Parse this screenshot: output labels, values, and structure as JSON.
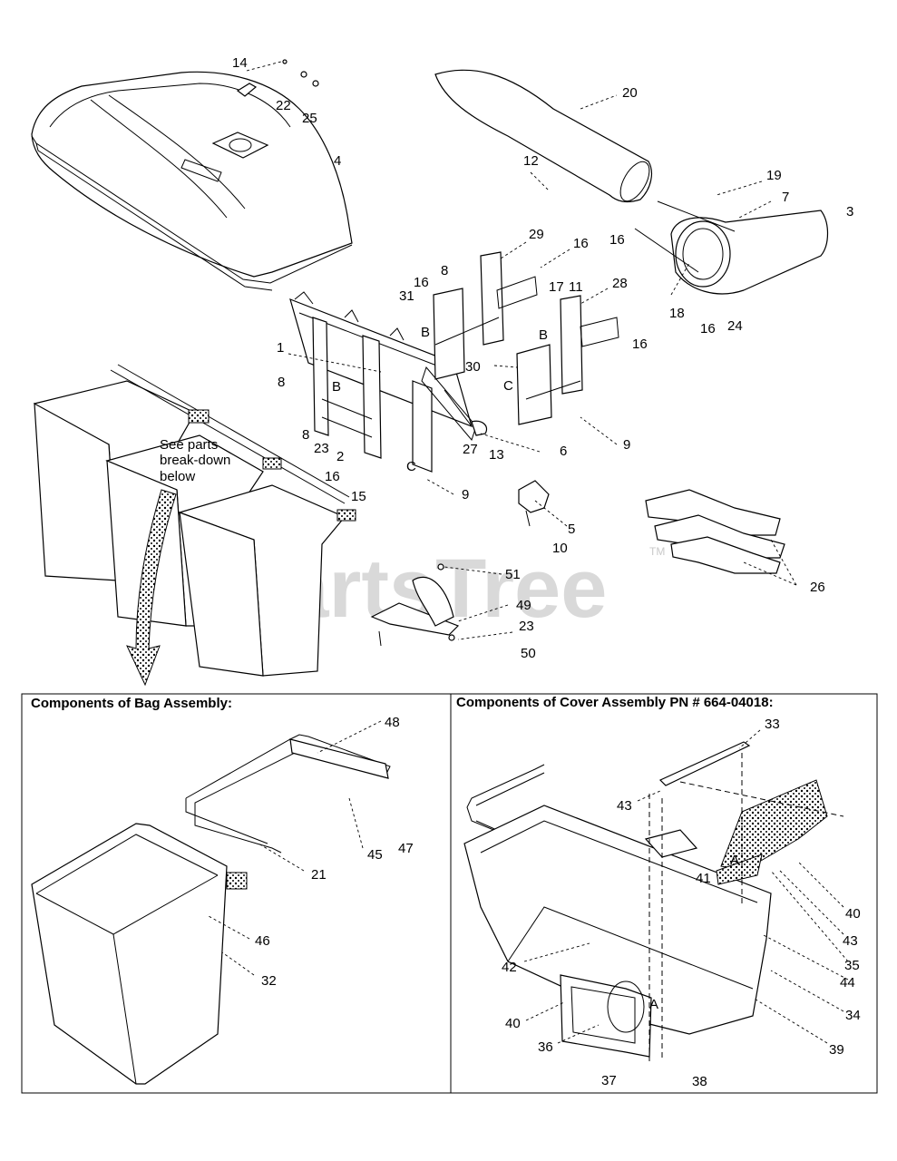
{
  "note_text": [
    "See parts",
    "break-down",
    "below"
  ],
  "section_bag": {
    "title": "Components of Bag Assembly:"
  },
  "section_cover": {
    "title": "Components of Cover Assembly PN # 664-04018:"
  },
  "watermark": {
    "text": "PartsTree",
    "mark": "TM"
  },
  "callouts": {
    "c14": "14",
    "c22": "22",
    "c25": "25",
    "c4": "4",
    "c20": "20",
    "c12": "12",
    "c19": "19",
    "c7": "7",
    "c3": "3",
    "c16a": "16",
    "c18": "18",
    "c16b": "16",
    "c24": "24",
    "c29": "29",
    "c16c": "16",
    "c8a": "8",
    "c16d": "16",
    "c31": "31",
    "c17": "17",
    "c11": "11",
    "c28": "28",
    "c16e": "16",
    "c1": "1",
    "c30": "30",
    "c8b": "8",
    "c8c": "8",
    "c23a": "23",
    "c2": "2",
    "c27": "27",
    "c13": "13",
    "c6": "6",
    "c9a": "9",
    "c16f": "16",
    "c15": "15",
    "c9b": "9",
    "c5": "5",
    "c10": "10",
    "c26": "26",
    "c51": "51",
    "c49": "49",
    "c23b": "23",
    "c50": "50",
    "c48": "48",
    "c45": "45",
    "c47": "47",
    "c21": "21",
    "c46": "46",
    "c32": "32",
    "c33": "33",
    "c43a": "43",
    "c41": "41",
    "c40a": "40",
    "c43b": "43",
    "c35": "35",
    "c44": "44",
    "c42": "42",
    "c34": "34",
    "c40b": "40",
    "c36": "36",
    "c39": "39",
    "c37": "37",
    "c38": "38"
  },
  "letters": {
    "B1": "B",
    "B2": "B",
    "B3": "B",
    "C1": "C",
    "C2": "C",
    "A1": "A",
    "A2": "A"
  }
}
